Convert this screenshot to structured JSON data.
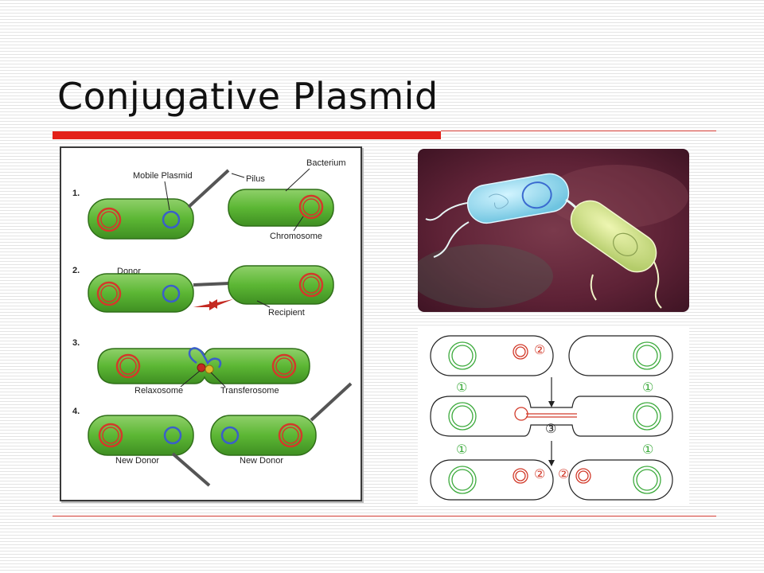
{
  "slide": {
    "title": "Conjugative Plasmid"
  },
  "diagram": {
    "steps": [
      "1.",
      "2.",
      "3.",
      "4."
    ],
    "labels": {
      "mobile_plasmid": "Mobile Plasmid",
      "pilus": "Pilus",
      "bacterium": "Bacterium",
      "chromosome": "Chromosome",
      "donor": "Donor",
      "recipient": "Recipient",
      "relaxosome": "Relaxosome",
      "transferosome": "Transferosome",
      "new_donor_left": "New Donor",
      "new_donor_right": "New Donor"
    }
  },
  "schematic": {
    "markers": {
      "m1_left": "①",
      "m1_right": "①",
      "m2_top": "②",
      "m3": "③",
      "m1_left_b": "①",
      "m1_right_b": "①",
      "m2_bottom_left": "②",
      "m2_bottom_right": "②"
    }
  },
  "colors": {
    "accent_red": "#e32119",
    "cell_green": "#5cb734",
    "chromosome_red": "#d23a2a",
    "plasmid_blue": "#3a5fc9"
  }
}
